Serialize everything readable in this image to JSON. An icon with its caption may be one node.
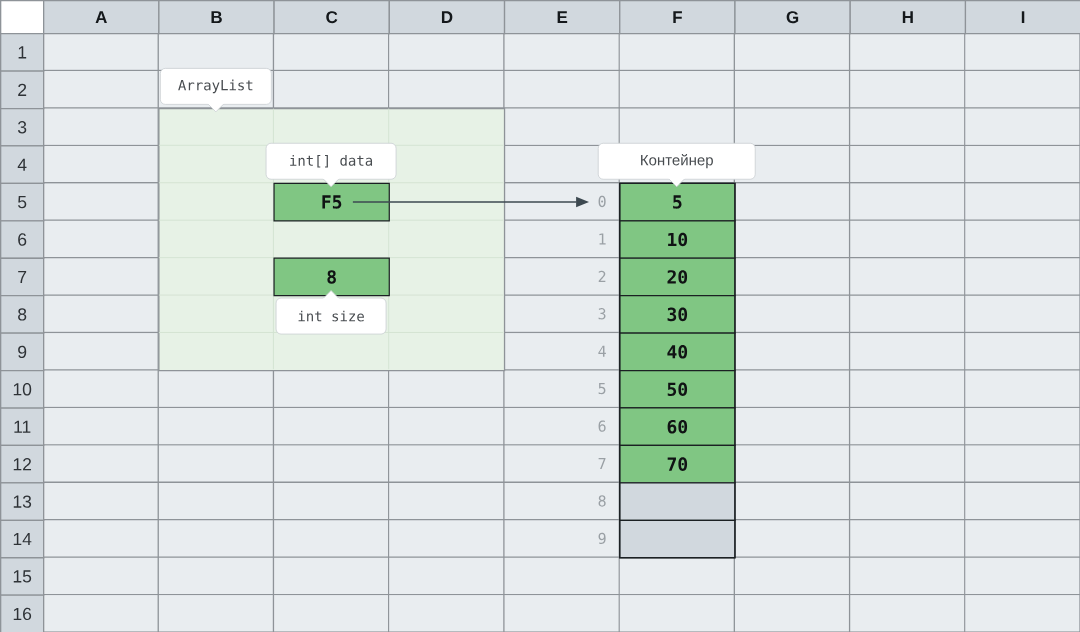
{
  "diagram": {
    "nodes": [
      {
        "text": [
          "ArrayList"
        ]
      },
      {
        "text": [
          "int[] data",
          "F5"
        ],
        "in": 0
      },
      {
        "text": [
          "8",
          "int size"
        ],
        "in": 0
      },
      {
        "text": [
          "Контейнер"
        ]
      },
      {
        "text": [
          "5"
        ],
        "in": 3,
        "beside": [
          "0"
        ]
      },
      {
        "text": [
          "10"
        ],
        "in": 3,
        "beside": [
          "1"
        ]
      },
      {
        "text": [
          "20"
        ],
        "in": 3,
        "beside": [
          "2"
        ]
      },
      {
        "text": [
          "30"
        ],
        "in": 3,
        "beside": [
          "3"
        ]
      },
      {
        "text": [
          "40"
        ],
        "in": 3,
        "beside": [
          "4"
        ]
      },
      {
        "text": [
          "50"
        ],
        "in": 3,
        "beside": [
          "5"
        ]
      },
      {
        "text": [
          "60"
        ],
        "in": 3,
        "beside": [
          "6"
        ]
      },
      {
        "text": [
          "70"
        ],
        "in": 3,
        "beside": [
          "7"
        ]
      },
      {
        "text": [],
        "shape": "box",
        "in": 3,
        "beside": [
          "8"
        ]
      },
      {
        "text": [],
        "shape": "box",
        "in": 3,
        "beside": [
          "9"
        ]
      }
    ],
    "edges": [
      {
        "from": 1,
        "to": 4,
        "arrow": "to"
      }
    ],
    "labels": [
      "A",
      "B",
      "C",
      "D",
      "E",
      "F",
      "G",
      "H",
      "I",
      "1",
      "2",
      "3",
      "4",
      "5",
      "6",
      "7",
      "8",
      "9",
      "10",
      "11",
      "12",
      "13",
      "14",
      "15",
      "16"
    ]
  }
}
